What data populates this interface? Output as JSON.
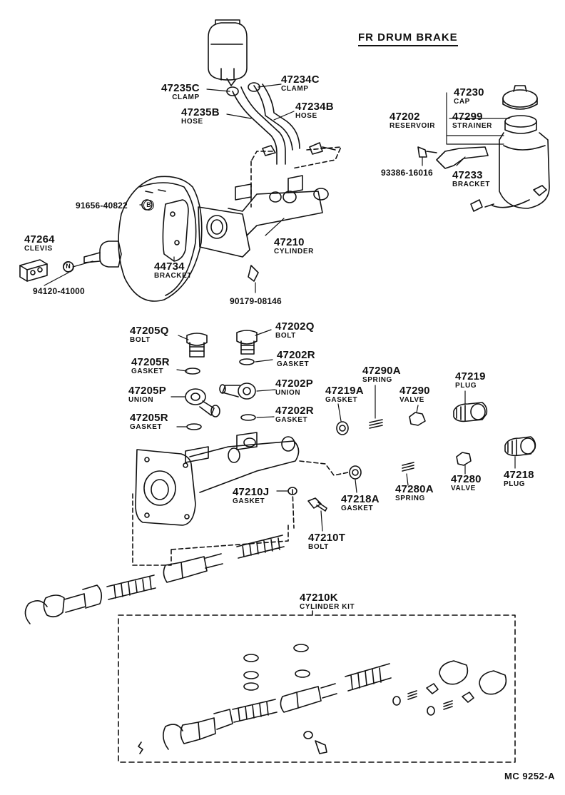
{
  "title": "FR DRUM BRAKE",
  "diagram_code": "MC 9252-A",
  "parts": {
    "p47235C": {
      "number": "47235C",
      "name": "CLAMP"
    },
    "p47234C": {
      "number": "47234C",
      "name": "CLAMP"
    },
    "p47235B": {
      "number": "47235B",
      "name": "HOSE"
    },
    "p47234B": {
      "number": "47234B",
      "name": "HOSE"
    },
    "p47230": {
      "number": "47230",
      "name": "CAP"
    },
    "p47202": {
      "number": "47202",
      "name": "RESERVOIR"
    },
    "p47299": {
      "number": "47299",
      "name": "STRAINER"
    },
    "p93386": {
      "number": "93386-16016"
    },
    "p47233": {
      "number": "47233",
      "name": "BRACKET"
    },
    "p91656": {
      "number": "91656-40822"
    },
    "p47264": {
      "number": "47264",
      "name": "CLEVIS"
    },
    "p94120": {
      "number": "94120-41000"
    },
    "p44734": {
      "number": "44734",
      "name": "BRACKET"
    },
    "p47210": {
      "number": "47210",
      "name": "CYLINDER"
    },
    "p90179": {
      "number": "90179-08146"
    },
    "p47205Q": {
      "number": "47205Q",
      "name": "BOLT"
    },
    "p47202Q": {
      "number": "47202Q",
      "name": "BOLT"
    },
    "p47205R_1": {
      "number": "47205R",
      "name": "GASKET"
    },
    "p47202R_1": {
      "number": "47202R",
      "name": "GASKET"
    },
    "p47290A": {
      "number": "47290A",
      "name": "SPRING"
    },
    "p47219": {
      "number": "47219",
      "name": "PLUG"
    },
    "p47205P": {
      "number": "47205P",
      "name": "UNION"
    },
    "p47202P": {
      "number": "47202P",
      "name": "UNION"
    },
    "p47219A": {
      "number": "47219A",
      "name": "GASKET"
    },
    "p47290": {
      "number": "47290",
      "name": "VALVE"
    },
    "p47205R_2": {
      "number": "47205R",
      "name": "GASKET"
    },
    "p47202R_2": {
      "number": "47202R",
      "name": "GASKET"
    },
    "p47210J": {
      "number": "47210J",
      "name": "GASKET"
    },
    "p47218A": {
      "number": "47218A",
      "name": "GASKET"
    },
    "p47280A": {
      "number": "47280A",
      "name": "SPRING"
    },
    "p47280": {
      "number": "47280",
      "name": "VALVE"
    },
    "p47218": {
      "number": "47218",
      "name": "PLUG"
    },
    "p47210T": {
      "number": "47210T",
      "name": "BOLT"
    },
    "p47210K": {
      "number": "47210K",
      "name": "CYLINDER KIT"
    }
  },
  "callout_letters": {
    "b": "B",
    "n": "N"
  }
}
